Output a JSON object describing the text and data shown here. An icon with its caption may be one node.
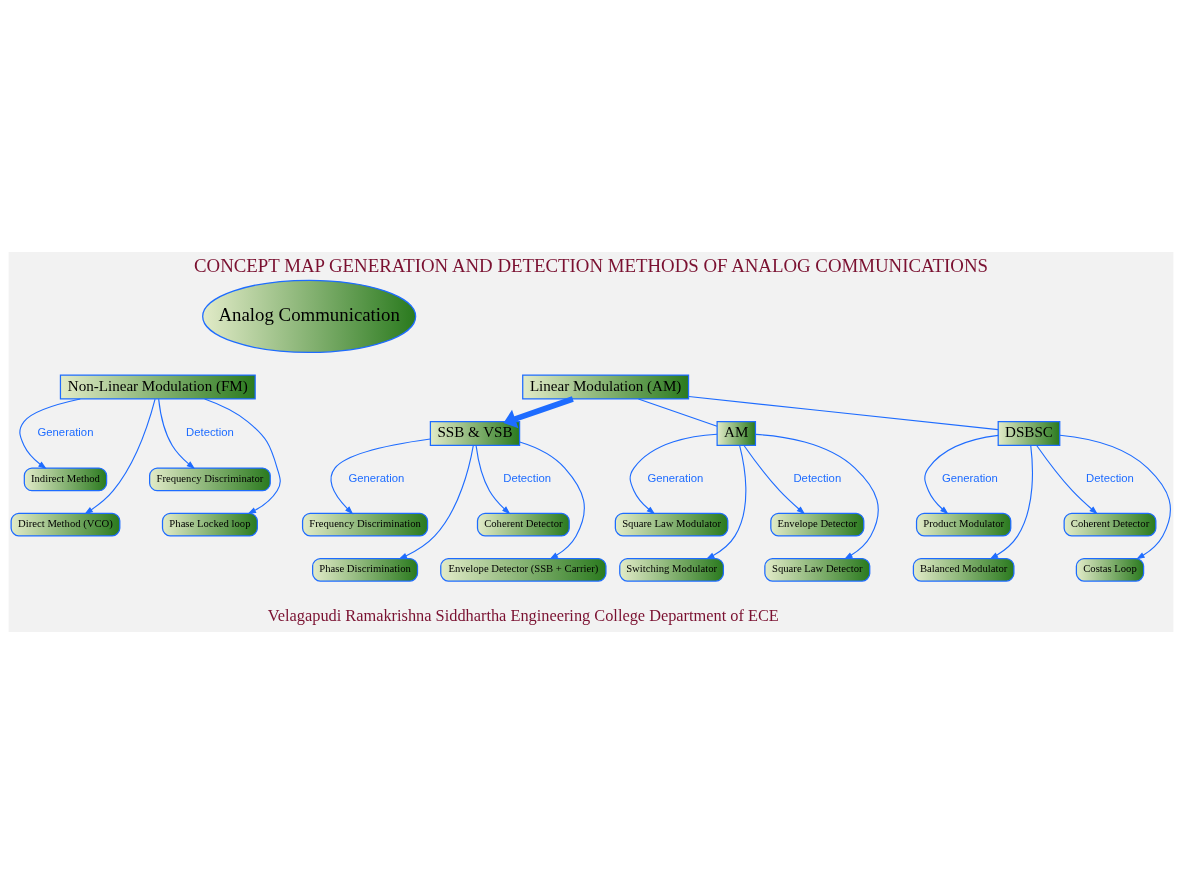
{
  "diagram": {
    "title": "CONCEPT MAP GENERATION AND DETECTION METHODS OF ANALOG COMMUNICATIONS",
    "caption": "Velagapudi Ramakrishna Siddhartha Engineering College Department of ECE",
    "nodes": [
      {
        "text": [
          "Analog Communication"
        ]
      },
      {
        "text": [
          "Non-Linear Modulation (FM)"
        ]
      },
      {
        "text": [
          "Linear Modulation (AM)"
        ]
      },
      {
        "text": [
          "Indirect Method"
        ]
      },
      {
        "text": [
          "Frequency Discriminator"
        ]
      },
      {
        "text": [
          "Direct Method (VCO)"
        ]
      },
      {
        "text": [
          "Phase Locked loop"
        ]
      },
      {
        "text": [
          "SSB & VSB"
        ]
      },
      {
        "text": [
          "Frequency Discrimination"
        ]
      },
      {
        "text": [
          "Coherent Detector"
        ]
      },
      {
        "text": [
          "Phase Discrimination"
        ]
      },
      {
        "text": [
          "Envelope Detector (SSB + Carrier)"
        ]
      },
      {
        "text": [
          "AM"
        ]
      },
      {
        "text": [
          "Square Law Modulator"
        ]
      },
      {
        "text": [
          "Switching Modulator"
        ]
      },
      {
        "text": [
          "Envelope Detector"
        ]
      },
      {
        "text": [
          "Square Law Detector"
        ]
      },
      {
        "text": [
          "DSBSC"
        ]
      },
      {
        "text": [
          "Product Modulator"
        ]
      },
      {
        "text": [
          "Balanced Modulator"
        ]
      },
      {
        "text": [
          "Coherent Detector"
        ]
      },
      {
        "text": [
          "Costas Loop"
        ]
      }
    ],
    "edges": [
      {
        "from": 1,
        "to": 3,
        "arrow": "to"
      },
      {
        "from": 1,
        "to": 4,
        "arrow": "to"
      },
      {
        "from": 1,
        "to": 5,
        "arrow": "to"
      },
      {
        "from": 1,
        "to": 6,
        "arrow": "to"
      },
      {
        "from": 2,
        "to": 7,
        "arrow": "to",
        "style": "thick"
      },
      {
        "from": 7,
        "to": 8,
        "arrow": "to"
      },
      {
        "from": 7,
        "to": 9,
        "arrow": "to"
      },
      {
        "from": 7,
        "to": 10,
        "arrow": "to"
      },
      {
        "from": 7,
        "to": 11,
        "arrow": "to"
      },
      {
        "from": 2,
        "to": 12,
        "arrow": "none"
      },
      {
        "from": 2,
        "to": 17,
        "arrow": "none"
      },
      {
        "from": 12,
        "to": 13,
        "arrow": "to"
      },
      {
        "from": 12,
        "to": 14,
        "arrow": "to"
      },
      {
        "from": 12,
        "to": 15,
        "arrow": "to"
      },
      {
        "from": 12,
        "to": 16,
        "arrow": "to"
      },
      {
        "from": 17,
        "to": 18,
        "arrow": "to"
      },
      {
        "from": 17,
        "to": 19,
        "arrow": "to"
      },
      {
        "from": 17,
        "to": 20,
        "arrow": "to"
      },
      {
        "from": 17,
        "to": 21,
        "arrow": "to"
      }
    ],
    "labels": [
      "Generation",
      "Detection",
      "Generation",
      "Detection",
      "Generation",
      "Detection",
      "Generation",
      "Detection"
    ]
  }
}
